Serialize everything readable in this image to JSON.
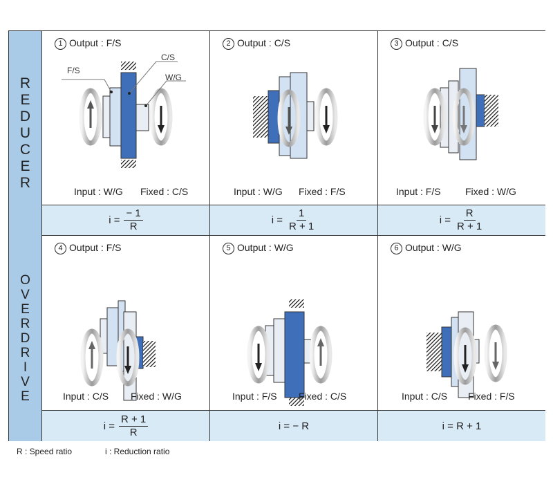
{
  "sections": [
    {
      "label": "REDUCER",
      "letters": [
        "R",
        "E",
        "D",
        "U",
        "C",
        "E",
        "R"
      ]
    },
    {
      "label": "OVERDRIVE",
      "letters": [
        "O",
        "V",
        "E",
        "R",
        "D",
        "R",
        "I",
        "V",
        "E"
      ]
    }
  ],
  "cells": [
    {
      "num": "1",
      "output": "Output : F/S",
      "input": "Input : W/G",
      "fixed": "Fixed : C/S",
      "callouts": {
        "fs": "F/S",
        "cs": "C/S",
        "wg": "W/G"
      }
    },
    {
      "num": "2",
      "output": "Output : C/S",
      "input": "Input : W/G",
      "fixed": "Fixed : F/S"
    },
    {
      "num": "3",
      "output": "Output : C/S",
      "input": "Input : F/S",
      "fixed": "Fixed : W/G"
    },
    {
      "num": "4",
      "output": "Output : F/S",
      "input": "Input : C/S",
      "fixed": "Fixed : W/G"
    },
    {
      "num": "5",
      "output": "Output : W/G",
      "input": "Input : F/S",
      "fixed": "Fixed : C/S"
    },
    {
      "num": "6",
      "output": "Output : W/G",
      "input": "Input : C/S",
      "fixed": "Fixed : F/S"
    }
  ],
  "formulas": [
    {
      "prefix": "i =",
      "num": "− 1",
      "den": "R"
    },
    {
      "prefix": "i =",
      "num": "1",
      "den": "R + 1"
    },
    {
      "prefix": "i =",
      "num": "R",
      "den": "R + 1"
    },
    {
      "prefix": "i =",
      "num": "R + 1",
      "den": "R"
    },
    {
      "prefix": "i = − R"
    },
    {
      "prefix": "i = R + 1"
    }
  ],
  "footnotes": {
    "speed_ratio": "R : Speed ratio",
    "reduction_ratio": "i : Reduction ratio"
  },
  "colors": {
    "side_panel": "#a9cbe7",
    "formula_row": "#d9eaf7",
    "dark_blue": "#3f6fb8",
    "light_blue": "#d3e2f3",
    "pale": "#e9eef5"
  }
}
